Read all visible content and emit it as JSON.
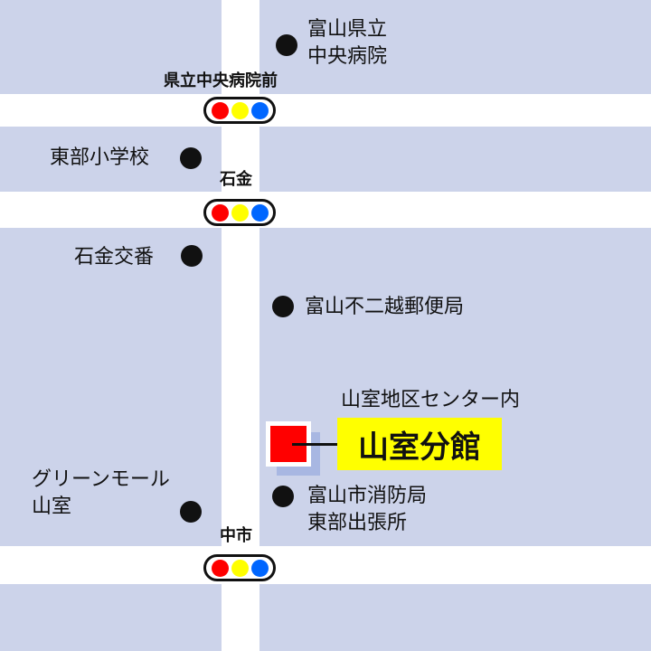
{
  "map": {
    "colors": {
      "background": "#ccd3ea",
      "road": "#ffffff",
      "destination_marker": "#ff0000",
      "destination_highlight": "#ffff00",
      "signal_red": "#ff0000",
      "signal_yellow": "#ffff00",
      "signal_blue": "#0066ff"
    },
    "intersections": [
      {
        "name": "県立中央病院前"
      },
      {
        "name": "石金"
      },
      {
        "name": "中市"
      }
    ],
    "landmarks": {
      "hospital": [
        "富山県立",
        "中央病院"
      ],
      "school": "東部小学校",
      "police_box": "石金交番",
      "post_office": "富山不二越郵便局",
      "mall": [
        "グリーンモール",
        "山室"
      ],
      "fire_station": [
        "富山市消防局",
        "東部出張所"
      ]
    },
    "destination": {
      "name": "山室分館",
      "note": "山室地区センター内",
      "icon": "red-square-marker"
    }
  }
}
